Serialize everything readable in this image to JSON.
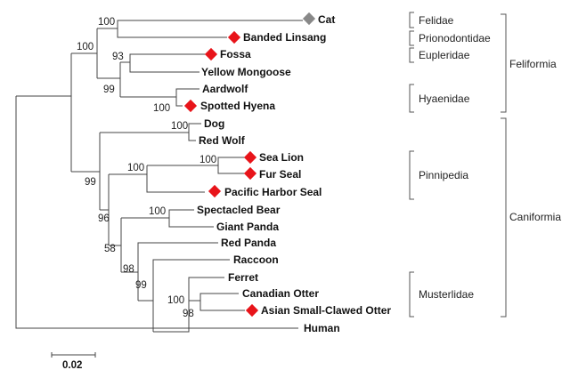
{
  "taxa": {
    "cat": "Cat",
    "banded_linsang": "Banded Linsang",
    "fossa": "Fossa",
    "yellow_mongoose": "Yellow Mongoose",
    "aardwolf": "Aardwolf",
    "spotted_hyena": "Spotted Hyena",
    "dog": "Dog",
    "red_wolf": "Red Wolf",
    "sea_lion": "Sea Lion",
    "fur_seal": "Fur Seal",
    "pacific_harbor_seal": "Pacific Harbor Seal",
    "spectacled_bear": "Spectacled Bear",
    "giant_panda": "Giant Panda",
    "red_panda": "Red Panda",
    "raccoon": "Raccoon",
    "ferret": "Ferret",
    "canadian_otter": "Canadian Otter",
    "asian_small_clawed_otter": "Asian Small-Clawed Otter",
    "human": "Human"
  },
  "bootstrap": {
    "cat_linsang": "100",
    "feliform_root": "100",
    "fossa_mongoose": "93",
    "eupler_hyaen": "99",
    "hyaenidae": "100",
    "canids": "100",
    "sealion_furseal": "100",
    "pinnipedia": "100",
    "caniform_root": "99",
    "bears": "100",
    "arctoid": "96",
    "musteloid": "58",
    "procy_must": "98",
    "mustelid": "99",
    "otters_group": "100",
    "otters": "98"
  },
  "families": {
    "felidae": "Felidae",
    "prionodontidae": "Prionodontidae",
    "eupleridae": "Eupleridae",
    "hyaenidae": "Hyaenidae",
    "pinnipedia": "Pinnipedia",
    "musteridae": "Musterlidae"
  },
  "suborders": {
    "feliformia": "Feliformia",
    "caniformia": "Caniformia"
  },
  "scale_bar": {
    "label": "0.02"
  },
  "marker_colors": {
    "highlight": "#e8141a",
    "outgroup_reference": "#888888"
  }
}
